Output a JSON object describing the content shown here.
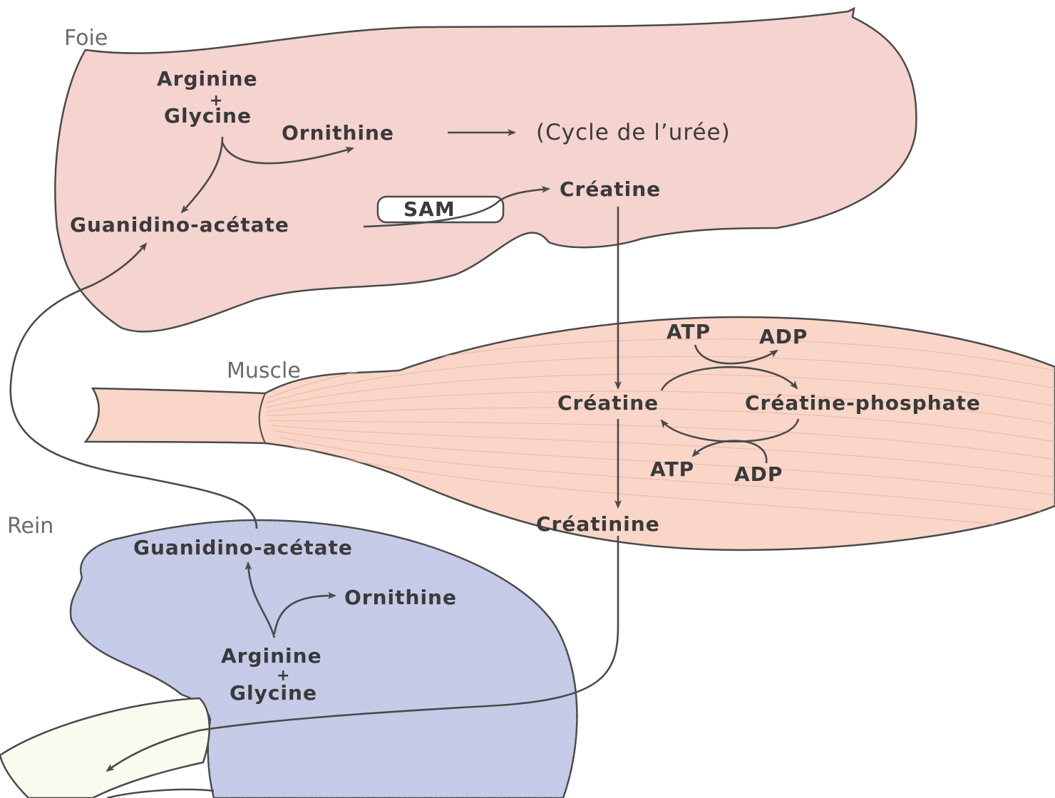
{
  "liver": {
    "label": "Foie",
    "arginine": "Arginine",
    "plus": "+",
    "glycine": "Glycine",
    "ornithine": "Ornithine",
    "urea_cycle": "(Cycle de l’urée)",
    "guanidinoacetate": "Guanidino-acétate",
    "sam": "SAM",
    "creatine": "Créatine"
  },
  "muscle": {
    "label": "Muscle",
    "creatine": "Créatine",
    "creatine_phosphate": "Créatine-phosphate",
    "atp_top": "ATP",
    "adp_top": "ADP",
    "atp_bottom": "ATP",
    "adp_bottom": "ADP",
    "creatinine": "Créatinine"
  },
  "kidney": {
    "label": "Rein",
    "guanidinoacetate": "Guanidino-acétate",
    "ornithine": "Ornithine",
    "arginine": "Arginine",
    "plus": "+",
    "glycine": "Glycine"
  },
  "colors": {
    "liver_fill": "#f5d3cf",
    "muscle_fill": "#f9d6c8",
    "kidney_fill": "#c6cbe8",
    "ureter_fill": "#fbfaee",
    "outline": "#4a4a4a"
  }
}
